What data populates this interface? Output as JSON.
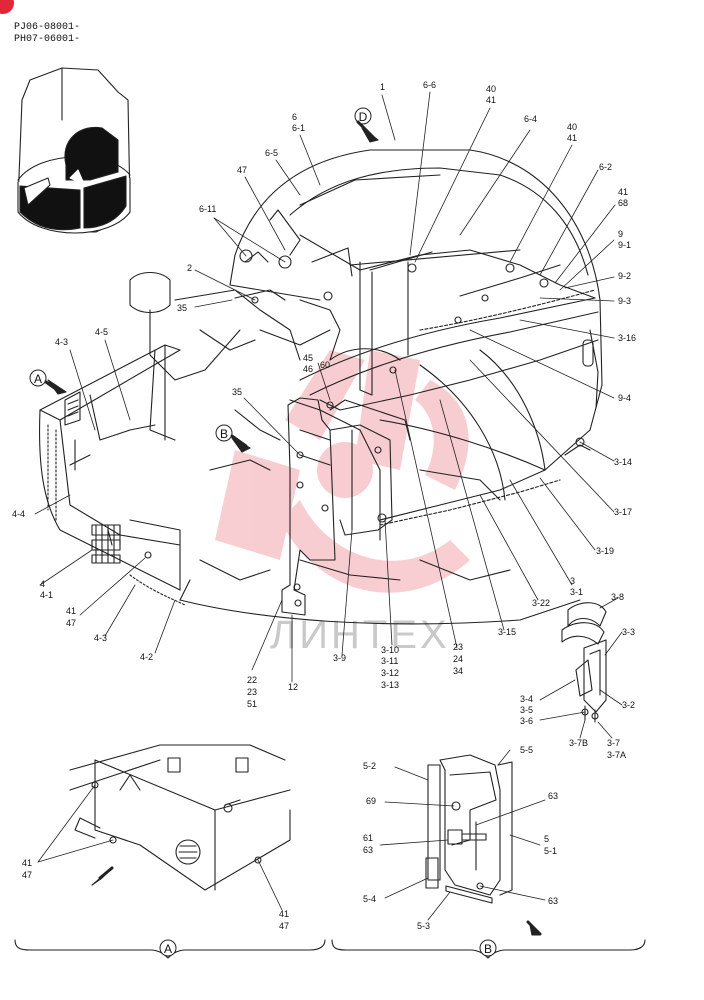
{
  "header": {
    "serial_line1": "PJ06-08001-",
    "serial_line2": "PH07-06001-"
  },
  "watermark": "ЛИНТЕХ",
  "views": {
    "a": "A",
    "b": "B",
    "d": "D"
  },
  "labels": {
    "c1": "1",
    "c6_6": "6-6",
    "c40": "40",
    "c41": "41",
    "c6": "6",
    "c6_1": "6-1",
    "c6_4": "6-4",
    "c40b": "40",
    "c41b": "41",
    "c6_5": "6-5",
    "c47": "47",
    "c6_2": "6-2",
    "c41c": "41",
    "c68": "68",
    "c6_11": "6-11",
    "c9": "9",
    "c9_1": "9-1",
    "c2": "2",
    "c9_2": "9-2",
    "c35": "35",
    "c9_3": "9-3",
    "c3_16": "3-16",
    "c4_3": "4-3",
    "c4_5": "4-5",
    "c45": "45",
    "c46": "46",
    "c60": "60",
    "c9_4": "9-4",
    "c35b": "35",
    "c3_14": "3-14",
    "c4_4": "4-4",
    "c3_17": "3-17",
    "c3_19": "3-19",
    "c4": "4",
    "c4_1": "4-1",
    "c3": "3",
    "c3_1": "3-1",
    "c41d": "41",
    "c47b": "47",
    "c3_22": "3-22",
    "c4_3b": "4-3",
    "c3_8": "3-8",
    "c3_15": "3-15",
    "c3_3": "3-3",
    "c4_2": "4-2",
    "c3_10": "3-10",
    "c3_11": "3-11",
    "c3_12": "3-12",
    "c3_13": "3-13",
    "c23": "23",
    "c24": "24",
    "c34": "34",
    "c3_9": "3-9",
    "c22": "22",
    "c23b": "23",
    "c51": "51",
    "c12": "12",
    "c3_4": "3-4",
    "c3_5": "3-5",
    "c3_6": "3-6",
    "c3_2": "3-2",
    "c3_7b": "3-7B",
    "c3_7": "3-7",
    "c3_7a": "3-7A",
    "c5_2": "5-2",
    "c5_5": "5-5",
    "c69": "69",
    "c63": "63",
    "c61": "61",
    "c63b": "63",
    "c5": "5",
    "c5_1": "5-1",
    "c5_4": "5-4",
    "c63c": "63",
    "c5_3": "5-3",
    "c41e": "41",
    "c47c": "47",
    "c41f": "41",
    "c47d": "47"
  }
}
